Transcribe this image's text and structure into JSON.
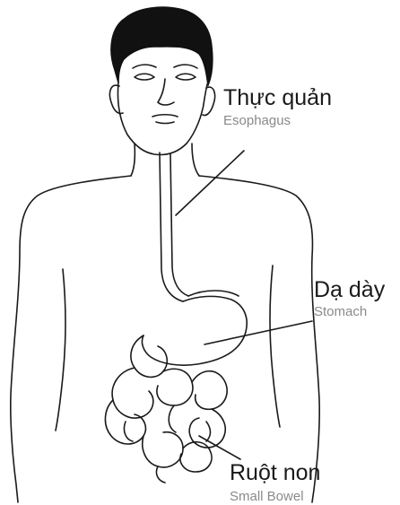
{
  "labels": {
    "esophagus": {
      "vi": "Thực quản",
      "en": "Esophagus"
    },
    "stomach": {
      "vi": "Dạ dày",
      "en": "Stomach"
    },
    "small_bowel": {
      "vi": "Ruột non",
      "en": "Small Bowel"
    }
  },
  "colors": {
    "line": "#1a1a1a",
    "hair": "#111111",
    "secondary_text": "#8a8a8a"
  }
}
